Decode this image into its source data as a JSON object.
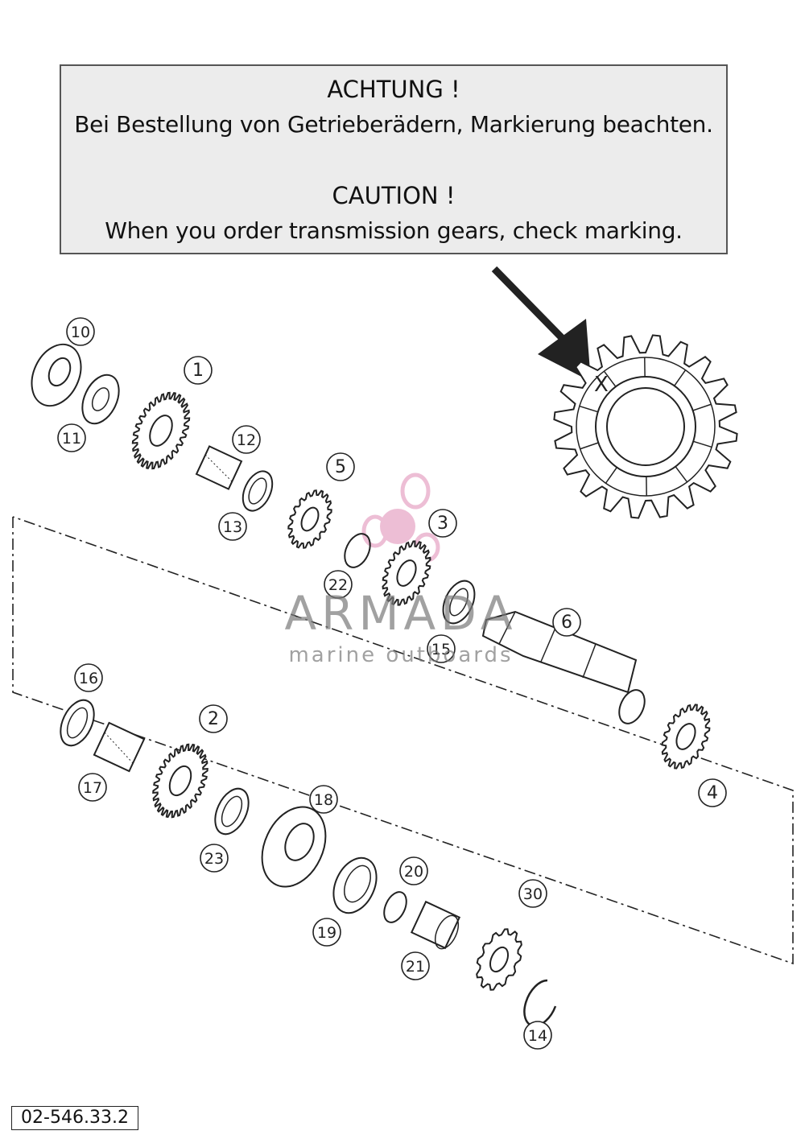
{
  "notice": {
    "de_title": "ACHTUNG !",
    "de_text": "Bei Bestellung von Getrieberädern, Markierung beachten.",
    "en_title": "CAUTION !",
    "en_text": "When you order transmission gears, check marking."
  },
  "marking_symbol": "X",
  "watermark": {
    "brand": "ARMADA",
    "tagline": "marine outboards"
  },
  "drawing_code": "02-546.33.2",
  "part_labels": [
    "10",
    "1",
    "11",
    "12",
    "5",
    "13",
    "3",
    "22",
    "15",
    "6",
    "4",
    "16",
    "2",
    "17",
    "23",
    "18",
    "20",
    "19",
    "30",
    "21",
    "14"
  ],
  "colors": {
    "line": "#222222",
    "notice_bg": "#ececec",
    "watermark_gray": "#7a7a7a",
    "watermark_pink": "#e7a9c8"
  }
}
